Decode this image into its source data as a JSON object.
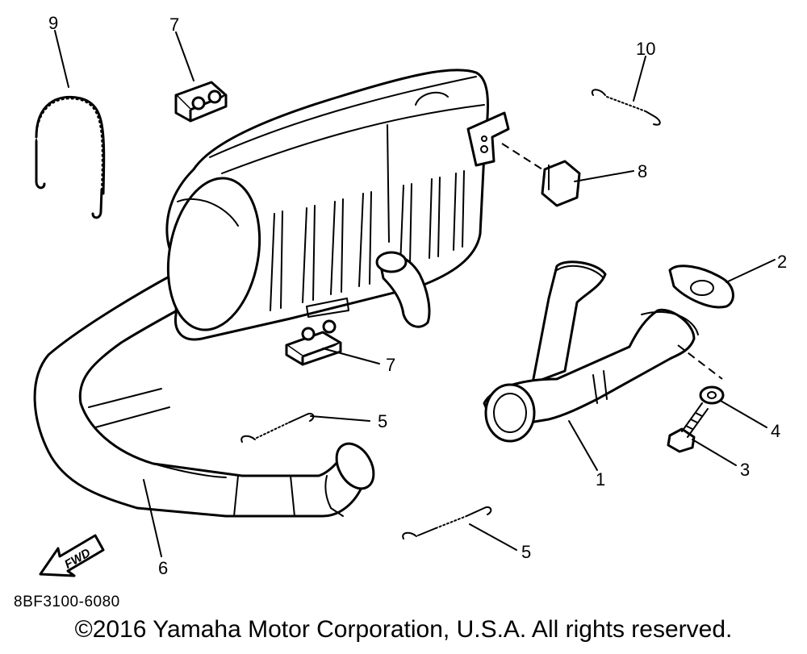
{
  "callouts": {
    "c1": "1",
    "c2": "2",
    "c3": "3",
    "c4": "4",
    "c5a": "5",
    "c5b": "5",
    "c6": "6",
    "c7a": "7",
    "c7b": "7",
    "c8": "8",
    "c9": "9",
    "c10": "10"
  },
  "fwd_arrow": "FWD",
  "diagram_code": "8BF3100-6080",
  "copyright": "©2016 Yamaha Motor Corporation, U.S.A. All rights reserved."
}
